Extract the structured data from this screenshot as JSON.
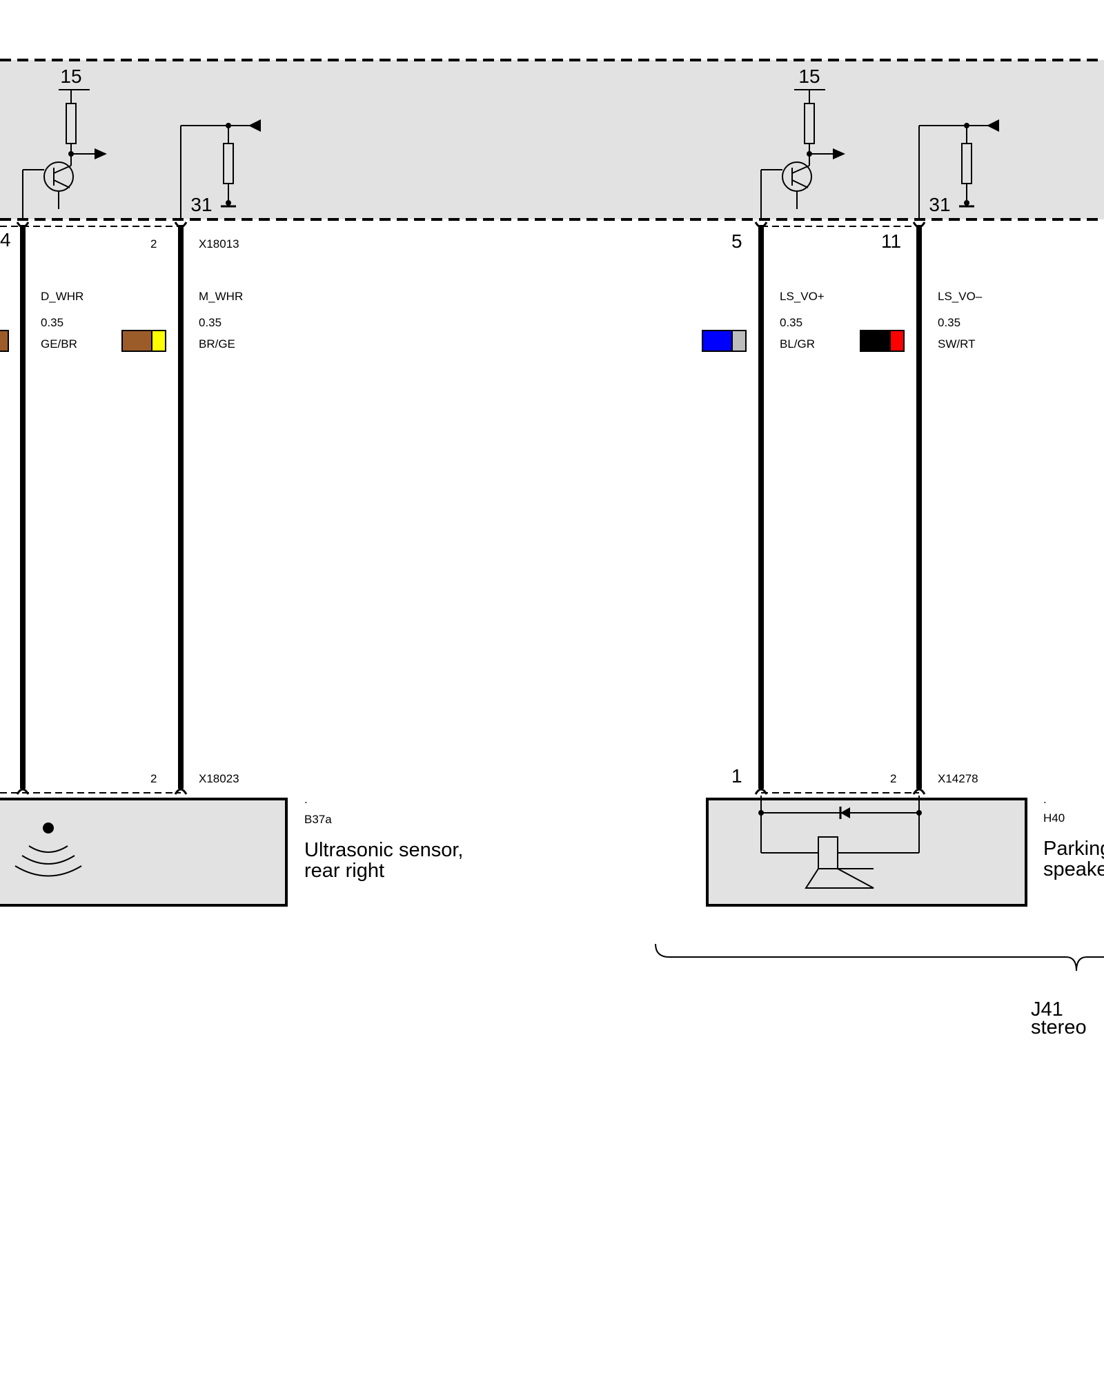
{
  "colors": {
    "module_fill": "#e2e2e2",
    "line": "#000000",
    "brown": "#9c5c2a",
    "yellow": "#ffff00",
    "blue": "#0000ff",
    "grey": "#bdbdbd",
    "black": "#000000",
    "red": "#ff0000"
  },
  "control_unit": {
    "supply_terminal_left": "15",
    "supply_terminal_right": "15",
    "ground_terminal_left": "31",
    "ground_terminal_right": "31"
  },
  "top_connectors": {
    "left_cut_pin": "4",
    "d_whr_pin": "2",
    "left_connector": "X18013",
    "ls_vo_plus_pin": "5",
    "ls_vo_minus_pin": "11"
  },
  "wires": [
    {
      "signal": "D_WHR",
      "gauge": "0.35",
      "color_code": "GE/BR"
    },
    {
      "signal": "M_WHR",
      "gauge": "0.35",
      "color_code": "BR/GE"
    },
    {
      "signal": "LS_VO+",
      "gauge": "0.35",
      "color_code": "BL/GR"
    },
    {
      "signal": "LS_VO–",
      "gauge": "0.35",
      "color_code": "SW/RT"
    }
  ],
  "bottom_connectors": {
    "sensor_pin": "2",
    "sensor_connector": "X18023",
    "speaker_pin1": "1",
    "speaker_pin2": "2",
    "speaker_connector": "X14278"
  },
  "components": {
    "sensor": {
      "dot": ".",
      "code": "B37a",
      "name_line1": "Ultrasonic sensor,",
      "name_line2": "rear right"
    },
    "speaker": {
      "dot": ".",
      "code": "H40",
      "name_line1": "Parking",
      "name_line2": "speake"
    }
  },
  "group_label": {
    "code": "J41",
    "variant": "stereo"
  }
}
